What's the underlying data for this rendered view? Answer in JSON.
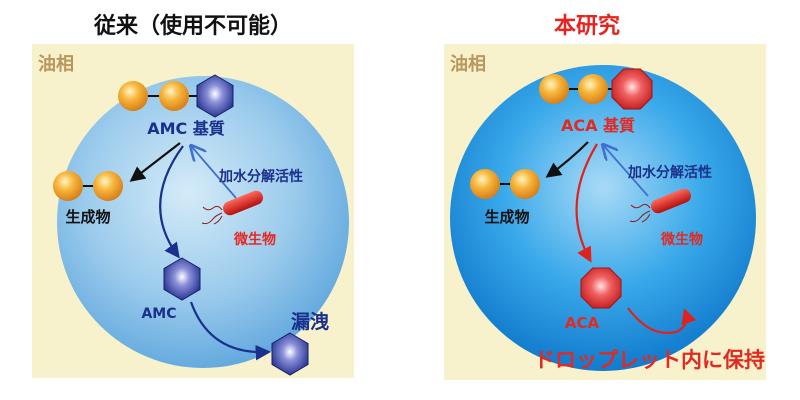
{
  "left_panel": {
    "title": "従来（使用不可能）",
    "phase_label": "油相",
    "substrate_label": "AMC 基質",
    "enzyme_label": "加水分解活性",
    "product_label": "生成物",
    "microbe_label": "微生物",
    "released_label": "AMC",
    "leak_label": "漏洩"
  },
  "right_panel": {
    "title": "本研究",
    "phase_label": "油相",
    "substrate_label": "ACA 基質",
    "enzyme_label": "加水分解活性",
    "product_label": "生成物",
    "microbe_label": "微生物",
    "released_label": "ACA",
    "retain_label": "ドロップレット内に保持"
  },
  "colors": {
    "title_black": "#111111",
    "title_red": "#e8231d",
    "panel_bg": "#f8f2cc",
    "phase_text": "#b9965c",
    "navy": "#1b2f8c",
    "red_text": "#e22a22",
    "orange": "#f3a62d",
    "microbe_red": "#d91c1c"
  },
  "icons": {
    "amc_molecule": "hexagon-icon",
    "aca_molecule": "octagon-icon",
    "product_bead": "sphere-icon",
    "microbe": "bacterium-icon"
  }
}
